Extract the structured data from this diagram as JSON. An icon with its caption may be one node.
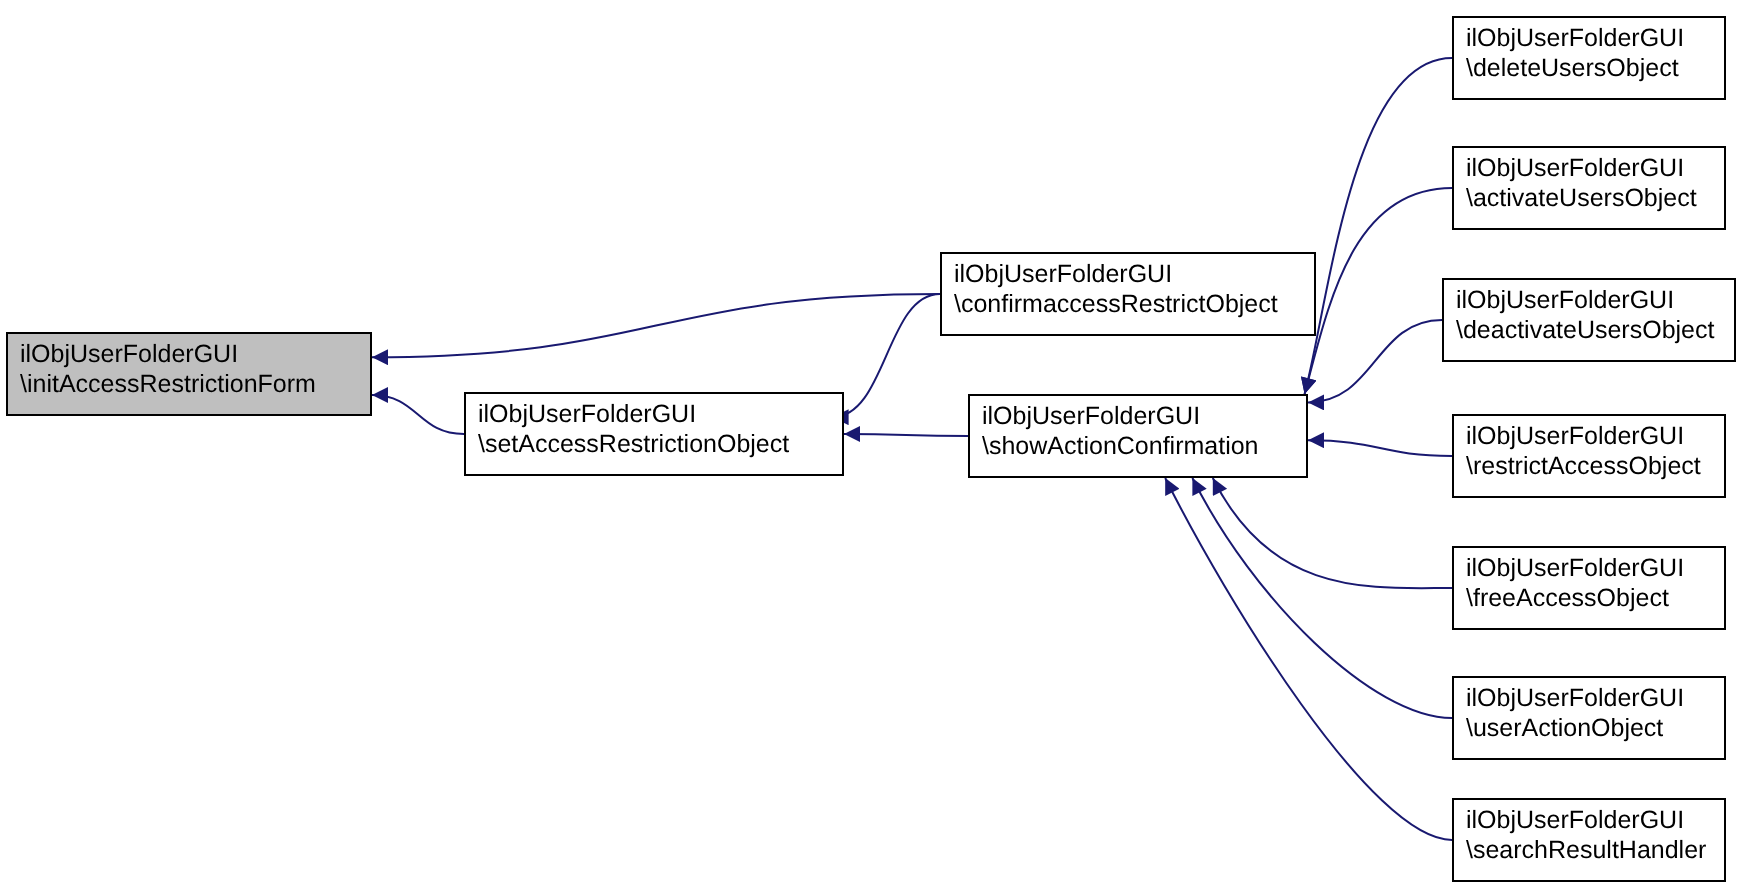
{
  "diagram": {
    "nodes": [
      {
        "text": [
          "ilObjUserFolderGUI \\initAccessRestrictionForm"
        ]
      },
      {
        "text": [
          "ilObjUserFolderGUI \\setAccessRestrictionObject"
        ]
      },
      {
        "text": [
          "ilObjUserFolderGUI \\confirmaccessRestrictObject"
        ]
      },
      {
        "text": [
          "ilObjUserFolderGUI \\showActionConfirmation"
        ]
      },
      {
        "text": [
          "ilObjUserFolderGUI \\deleteUsersObject"
        ]
      },
      {
        "text": [
          "ilObjUserFolderGUI \\activateUsersObject"
        ]
      },
      {
        "text": [
          "ilObjUserFolderGUI \\deactivateUsersObject"
        ]
      },
      {
        "text": [
          "ilObjUserFolderGUI \\restrictAccessObject"
        ]
      },
      {
        "text": [
          "ilObjUserFolderGUI \\freeAccessObject"
        ]
      },
      {
        "text": [
          "ilObjUserFolderGUI \\userActionObject"
        ]
      },
      {
        "text": [
          "ilObjUserFolderGUI \\searchResultHandler"
        ]
      }
    ],
    "edges": [
      {
        "from": 2,
        "to": 0,
        "arrow": "to"
      },
      {
        "from": 1,
        "to": 0,
        "arrow": "to"
      },
      {
        "from": 2,
        "to": 1,
        "arrow": "to"
      },
      {
        "from": 3,
        "to": 1,
        "arrow": "to"
      },
      {
        "from": 4,
        "to": 3,
        "arrow": "to"
      },
      {
        "from": 5,
        "to": 3,
        "arrow": "to"
      },
      {
        "from": 6,
        "to": 3,
        "arrow": "to"
      },
      {
        "from": 7,
        "to": 3,
        "arrow": "to"
      },
      {
        "from": 8,
        "to": 3,
        "arrow": "to"
      },
      {
        "from": 9,
        "to": 3,
        "arrow": "to"
      },
      {
        "from": 10,
        "to": 3,
        "arrow": "to"
      }
    ]
  }
}
